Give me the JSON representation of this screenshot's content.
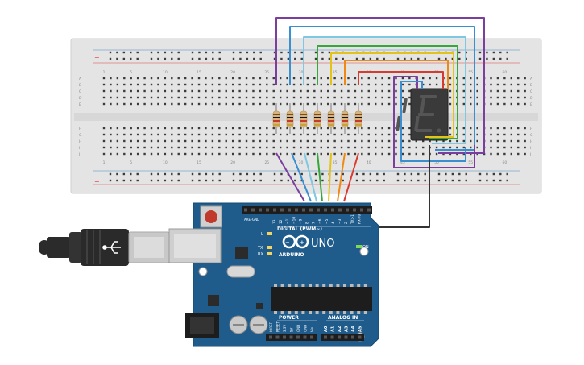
{
  "breadboard": {
    "column_numbers": [
      "1",
      "5",
      "10",
      "15",
      "20",
      "25",
      "30",
      "35",
      "40",
      "45",
      "50",
      "55",
      "60"
    ],
    "row_letters_top": [
      "A",
      "B",
      "C",
      "D",
      "E"
    ],
    "row_letters_bottom": [
      "F",
      "G",
      "H",
      "I",
      "J"
    ]
  },
  "arduino": {
    "brand": "ARDUINO",
    "model": "UNO",
    "digital_header_label": "DIGITAL (PWM~)",
    "power_label": "POWER",
    "analog_label": "ANALOG IN",
    "on_label": "ON",
    "led_labels": [
      "L",
      "TX",
      "RX"
    ],
    "aref_label": "AREF",
    "gnd_label": "GND",
    "digital_pins": [
      "13",
      "12",
      "~11",
      "~10",
      "~9",
      "8",
      "7",
      "~6",
      "~5",
      "4",
      "~3",
      "2",
      "TX>1",
      "RX<0"
    ],
    "power_pins": [
      "IOREF",
      "RESET",
      "3.3V",
      "5V",
      "GND",
      "GND",
      "Vin"
    ],
    "analog_pins": [
      "A0",
      "A1",
      "A2",
      "A3",
      "A4",
      "A5"
    ]
  },
  "display": {
    "digit": "8"
  },
  "colors": {
    "board_blue": "#1f5c8c",
    "breadboard": "#e6e6e6",
    "resistor": "#d7b47d",
    "wire_purple": "#7a3e9d",
    "wire_blue": "#3a8fd0",
    "wire_lightblue": "#7ec8e3",
    "wire_green": "#36a83a",
    "wire_yellow": "#e3c21a",
    "wire_orange": "#ee8a13",
    "wire_red": "#d73b2f",
    "wire_dark": "#333333"
  }
}
